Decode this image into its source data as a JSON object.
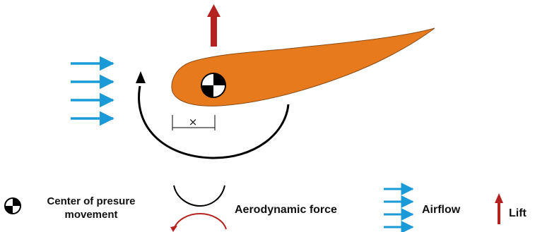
{
  "colors": {
    "airfoil": "#E87A1E",
    "airfoil_outline": "#8A4A14",
    "airflow": "#1A9AD7",
    "lift": "#B3221E",
    "aero_force_lower": "#B3221E",
    "ink": "#111111"
  },
  "diagram": {
    "dimension_label": "×"
  },
  "legend": {
    "cop_line1": "Center of presure",
    "cop_line2": "movement",
    "aero_force": "Aerodynamic force",
    "airflow": "Airflow",
    "lift": "Lift"
  },
  "icons": {
    "cop": "center-of-pressure-icon",
    "aero": "aerodynamic-force-icon",
    "airflow": "airflow-arrows-icon",
    "lift": "lift-arrow-icon"
  }
}
